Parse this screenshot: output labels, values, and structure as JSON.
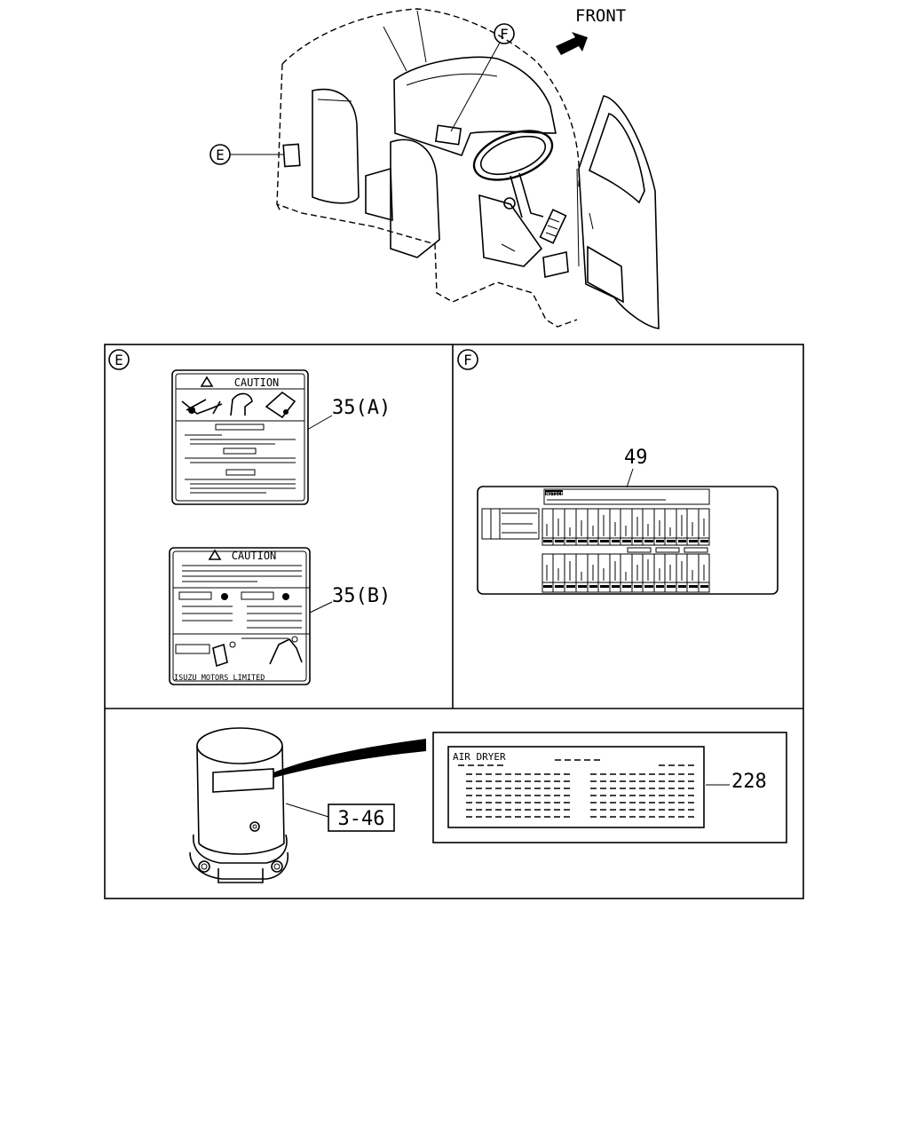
{
  "header": {
    "front_label": "FRONT"
  },
  "overview": {
    "callout_e": "E",
    "callout_f": "F"
  },
  "panel_e": {
    "badge": "E",
    "label_a": {
      "caution_text": "CAUTION",
      "part_number": "35(A)"
    },
    "label_b": {
      "caution_text": "CAUTION",
      "footer_text": "ISUZU MOTORS LIMITED",
      "part_number": "35(B)"
    }
  },
  "panel_f": {
    "badge": "F",
    "notice_text": "NOTICE",
    "part_number": "49"
  },
  "panel_air_dryer": {
    "reference_number": "3-46",
    "label_title": "AIR DRYER",
    "part_number": "228"
  }
}
